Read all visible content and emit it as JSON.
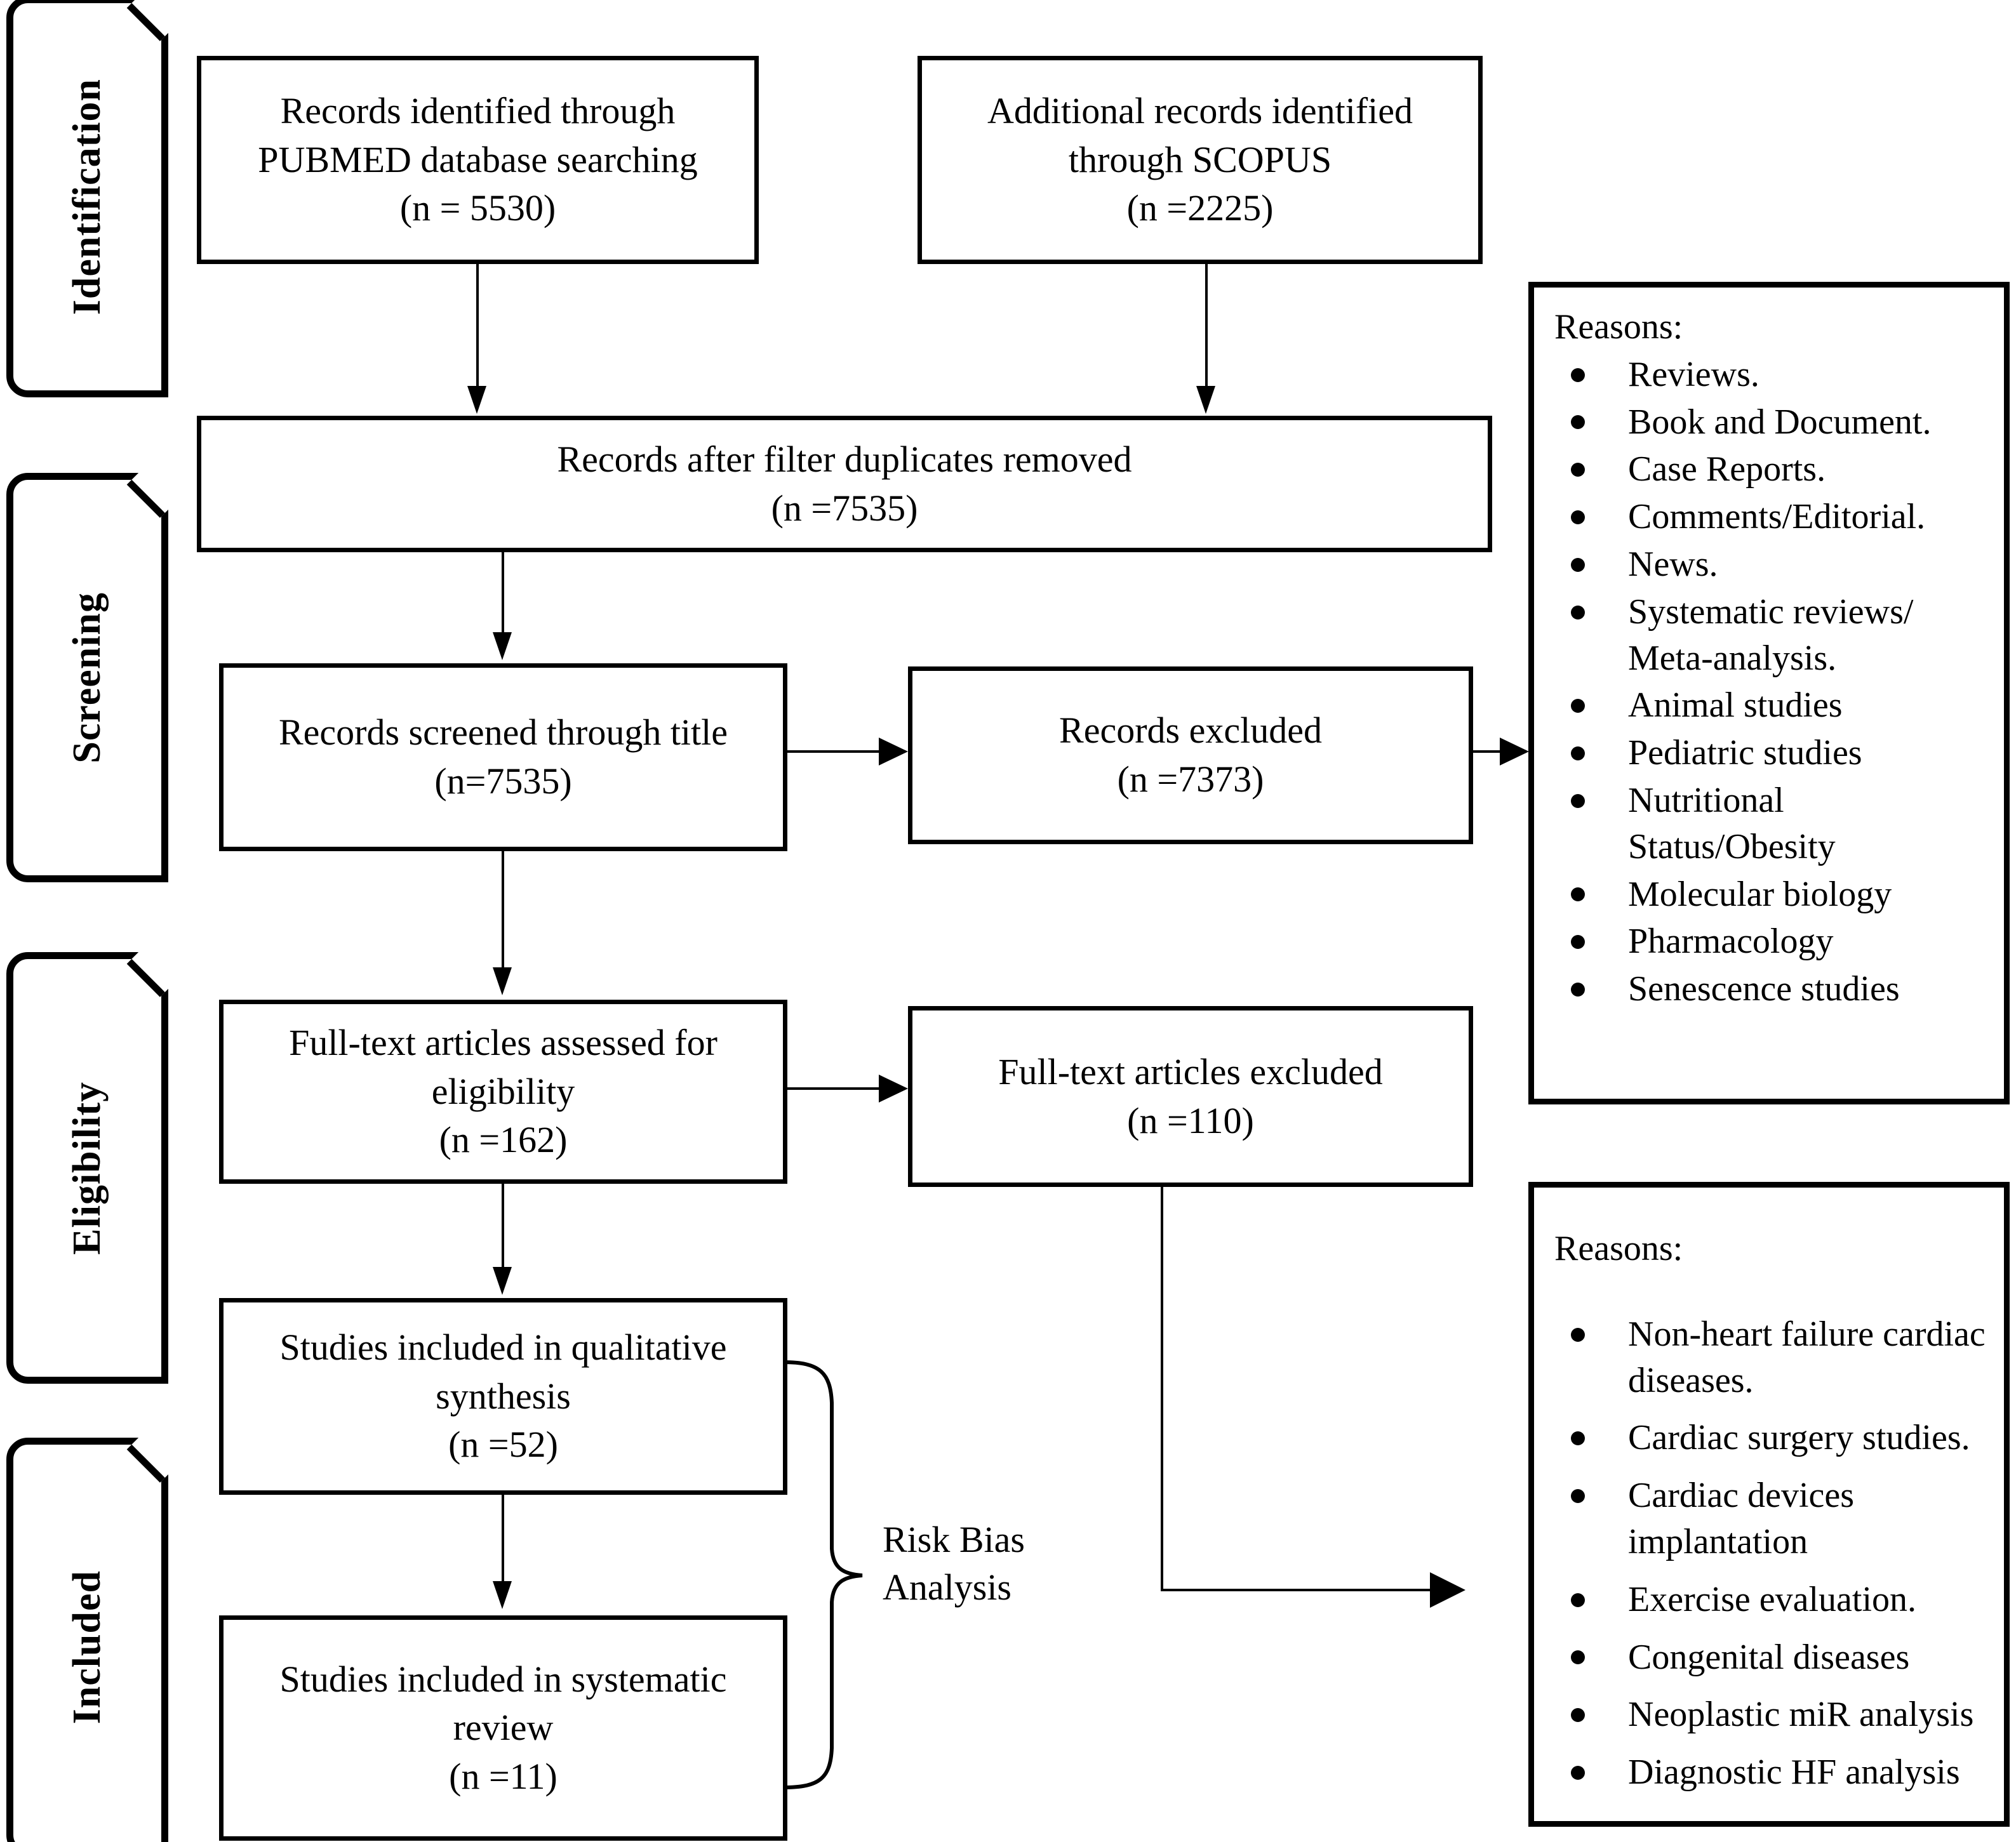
{
  "diagram": {
    "type": "prisma-flow-diagram",
    "stages": [
      {
        "id": "identification",
        "label": "Identification"
      },
      {
        "id": "screening",
        "label": "Screening"
      },
      {
        "id": "eligibility",
        "label": "Eligibility"
      },
      {
        "id": "included",
        "label": "Included"
      }
    ],
    "boxes": {
      "pubmed": {
        "line1": "Records identified through",
        "line2": "PUBMED database searching",
        "line3": "(n = 5530)"
      },
      "scopus": {
        "line1": "Additional records identified",
        "line2": "through SCOPUS",
        "line3": "(n =2225)"
      },
      "duplicates": {
        "line1": "Records after filter duplicates removed",
        "line2": "(n =7535)"
      },
      "screened": {
        "line1": "Records screened through title",
        "line2": "(n=7535)"
      },
      "records_excluded": {
        "line1": "Records excluded",
        "line2": "(n =7373)"
      },
      "fulltext_assessed": {
        "line1": "Full-text articles assessed for",
        "line2": "eligibility",
        "line3": "(n =162)"
      },
      "fulltext_excluded": {
        "line1": "Full-text articles excluded",
        "line2": "(n =110)"
      },
      "qualitative": {
        "line1": "Studies included in qualitative",
        "line2": "synthesis",
        "line3": "(n =52)"
      },
      "systematic": {
        "line1": "Studies included in systematic",
        "line2": "review",
        "line3": "(n =11)"
      }
    },
    "brace_label": "Risk Bias\nAnalysis",
    "reasons_screening": {
      "title": "Reasons:",
      "items": [
        "Reviews.",
        "Book and Document.",
        "Case Reports.",
        "Comments/Editorial.",
        "News.",
        "Systematic reviews/ Meta-analysis.",
        "Animal studies",
        "Pediatric studies",
        "Nutritional Status/Obesity",
        "Molecular biology",
        "Pharmacology",
        "Senescence studies"
      ]
    },
    "reasons_eligibility": {
      "title": "Reasons:",
      "items": [
        "Non-heart failure cardiac diseases.",
        "Cardiac surgery studies.",
        "Cardiac devices implantation",
        "Exercise  evaluation.",
        "Congenital diseases",
        "Neoplastic miR analysis",
        "Diagnostic HF analysis"
      ]
    },
    "colors": {
      "stroke": "#000000",
      "background": "#ffffff"
    }
  }
}
